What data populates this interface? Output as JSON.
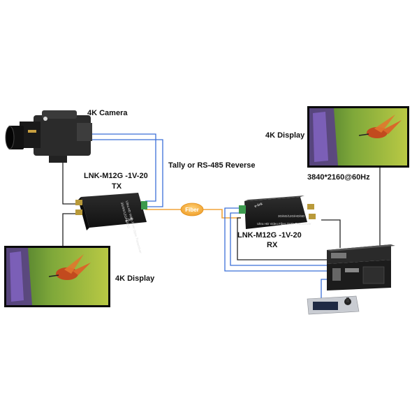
{
  "labels": {
    "camera": "4K Camera",
    "display_left": "4K Display",
    "display_right": "4K Display",
    "tally": "Tally or RS-485 Reverse",
    "tx_model": "LNK-M12G -1V-20",
    "tx_role": "TX",
    "rx_model": "LNK-M12G -1V-20",
    "rx_role": "RX",
    "fiber": "Fiber",
    "resolution": "3840*2160@60Hz"
  },
  "device_text": {
    "tx_panel_line1": "Ultra HD Video Fiber Optic Transceiver",
    "tx_panel_line2": "3G/6G/12G/HD/SD",
    "tx_brand": "e-link",
    "rx_brand": "e-link",
    "rx_panel_line1": "3G/6G/12G/HD/SD",
    "rx_panel_line2": "Ultra HD Video Fiber Optic Transceiver"
  },
  "colors": {
    "cable_blue": "#3b6fd8",
    "cable_dark": "#222222",
    "fiber_orange": "#f2a33a",
    "device_body": "#1d1d1d"
  }
}
